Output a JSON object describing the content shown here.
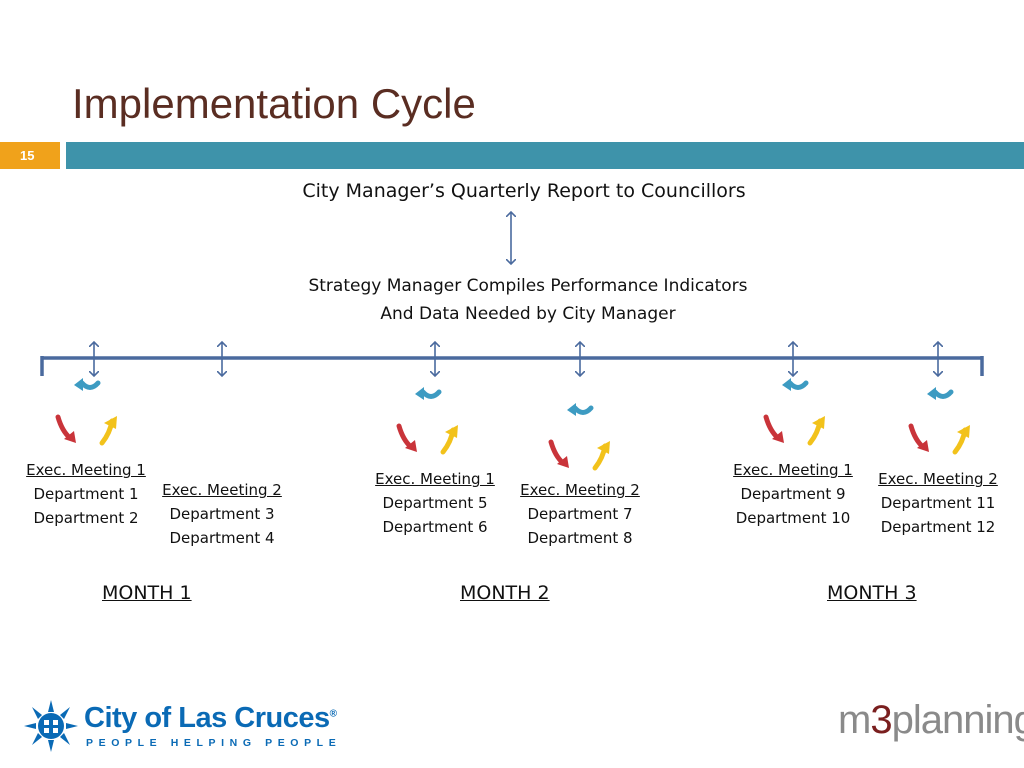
{
  "slide": {
    "title": "Implementation Cycle",
    "page_number": "15"
  },
  "diagram": {
    "top_node": "City Manager’s Quarterly Report to Councillors",
    "middle_node": {
      "line1": "Strategy Manager Compiles Performance Indicators",
      "line2": "And Data Needed by City Manager"
    },
    "groups": [
      {
        "heading": "Exec. Meeting 1",
        "departments": [
          "Department 1",
          "Department 2"
        ]
      },
      {
        "heading": "Exec. Meeting 2",
        "departments": [
          "Department 3",
          "Department 4"
        ]
      },
      {
        "heading": "Exec. Meeting 1",
        "departments": [
          "Department 5",
          "Department 6"
        ]
      },
      {
        "heading": "Exec. Meeting 2",
        "departments": [
          "Department 7",
          "Department 8"
        ]
      },
      {
        "heading": "Exec. Meeting 1",
        "departments": [
          "Department 9",
          "Department 10"
        ]
      },
      {
        "heading": "Exec. Meeting 2",
        "departments": [
          "Department 11",
          "Department 12"
        ]
      }
    ],
    "months": [
      "MONTH 1",
      "MONTH 2",
      "MONTH 3"
    ],
    "colors": {
      "timeline": "#4a6a9e",
      "cycle_blue": "#3d9bc2",
      "cycle_red": "#c9343a",
      "cycle_yellow": "#f2c21b"
    }
  },
  "footer": {
    "city_logo_name": "City of Las Cruces",
    "city_logo_mark": "®",
    "city_tagline": "PEOPLE HELPING PEOPLE",
    "partner_logo_prefix": "m",
    "partner_logo_digit": "3",
    "partner_logo_suffix": "planning"
  },
  "theme": {
    "title_color": "#5a2d22",
    "accent_orange": "#f0a21b",
    "accent_teal": "#3e93aa",
    "logo_blue": "#0a6ab5"
  }
}
